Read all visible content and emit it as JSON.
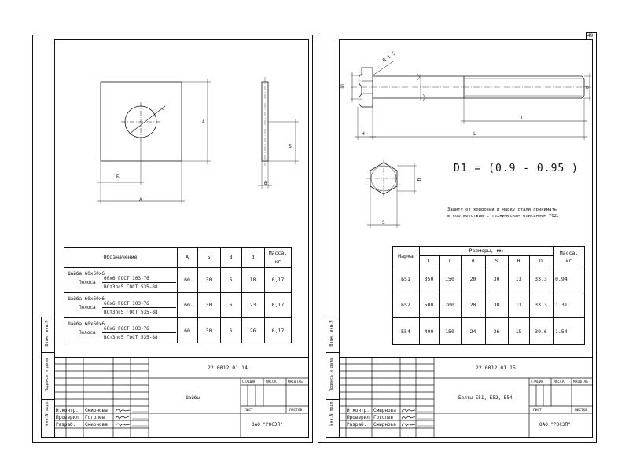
{
  "page_number": "49",
  "left": {
    "dims": {
      "a": "А",
      "b": "Б",
      "v": "В",
      "d": "d"
    },
    "table": {
      "headers": [
        "Обозначение",
        "А",
        "Б",
        "В",
        "d",
        "Масса,",
        "кг"
      ],
      "rows": [
        {
          "name": "Шайба 60х60х6",
          "sub": "Полоса",
          "std1": "60х6 ГОСТ 103-76",
          "std2": "ВСт3пс5 ГОСТ 535-88",
          "a": "60",
          "b": "30",
          "v": "6",
          "d": "18",
          "mass": "0,17"
        },
        {
          "name": "Шайба 60х60х6",
          "sub": "Полоса",
          "std1": "60х6 ГОСТ 103-76",
          "std2": "ВСт3пс5 ГОСТ 535-88",
          "a": "60",
          "b": "30",
          "v": "6",
          "d": "23",
          "mass": "0,17"
        },
        {
          "name": "Шайба 60х60х6",
          "sub": "Полоса",
          "std1": "60х6 ГОСТ 103-76",
          "std2": "ВСт3пс5 ГОСТ 535-88",
          "a": "60",
          "b": "30",
          "v": "6",
          "d": "26",
          "mass": "0,17"
        }
      ]
    },
    "title_block": {
      "code": "22.0012 01.14",
      "product": "Шайбы",
      "stage": "СТАДИЯ",
      "mass": "МАССА",
      "scale": "МАСШТАБ",
      "sheet": "ЛИСТ",
      "sheets": "ЛИСТОВ",
      "org": "ОАО \"РОСЭП\"",
      "roles": [
        "Н.контр.",
        "Проверил",
        "Разраб."
      ],
      "names": [
        "Смирнова",
        "Гоголев",
        "Смирнова"
      ]
    },
    "margin_labels": [
      "Инв.N подл.",
      "Подпись и дата",
      "Взам. инв.N"
    ]
  },
  "right": {
    "dims": {
      "r": "R 1,5",
      "d1": "D1",
      "l": "l",
      "L": "L",
      "h": "H",
      "d": "d",
      "D": "D",
      "s": "S"
    },
    "formula": "D1 = (0.9 - 0.95 )",
    "note_line1": "Защиту от коррозии и марку стали принимать",
    "note_line2": "в соответствии с техническим описанием ТО2.",
    "table": {
      "header_group": "Размеры, мм",
      "headers": [
        "Марка",
        "L",
        "l",
        "d",
        "S",
        "H",
        "D",
        "Масса,",
        "кг"
      ],
      "rows": [
        {
          "mark": "Б51",
          "L": "350",
          "l": "150",
          "d": "20",
          "S": "30",
          "H": "13",
          "D": "33.3",
          "mass": "0.94"
        },
        {
          "mark": "Б52",
          "L": "500",
          "l": "200",
          "d": "20",
          "S": "30",
          "H": "13",
          "D": "33.3",
          "mass": "1.31"
        },
        {
          "mark": "Б54",
          "L": "400",
          "l": "150",
          "d": "24",
          "S": "36",
          "H": "15",
          "D": "39.6",
          "mass": "1.54"
        }
      ]
    },
    "title_block": {
      "code": "22.0012 01.15",
      "product": "Болты Б51, Б52, Б54",
      "stage": "СТАДИЯ",
      "mass": "МАССА",
      "scale": "МАСШТАБ",
      "sheet": "ЛИСТ",
      "sheets": "ЛИСТОВ",
      "org": "ОАО \"РОСЭП\"",
      "roles": [
        "Н.контр.",
        "Проверил",
        "Разраб."
      ],
      "names": [
        "Смирнова",
        "Гоголев",
        "Смирнова"
      ]
    },
    "margin_labels": [
      "Инв.N подл.",
      "Подпись и дата",
      "Взам. инв.N"
    ]
  }
}
